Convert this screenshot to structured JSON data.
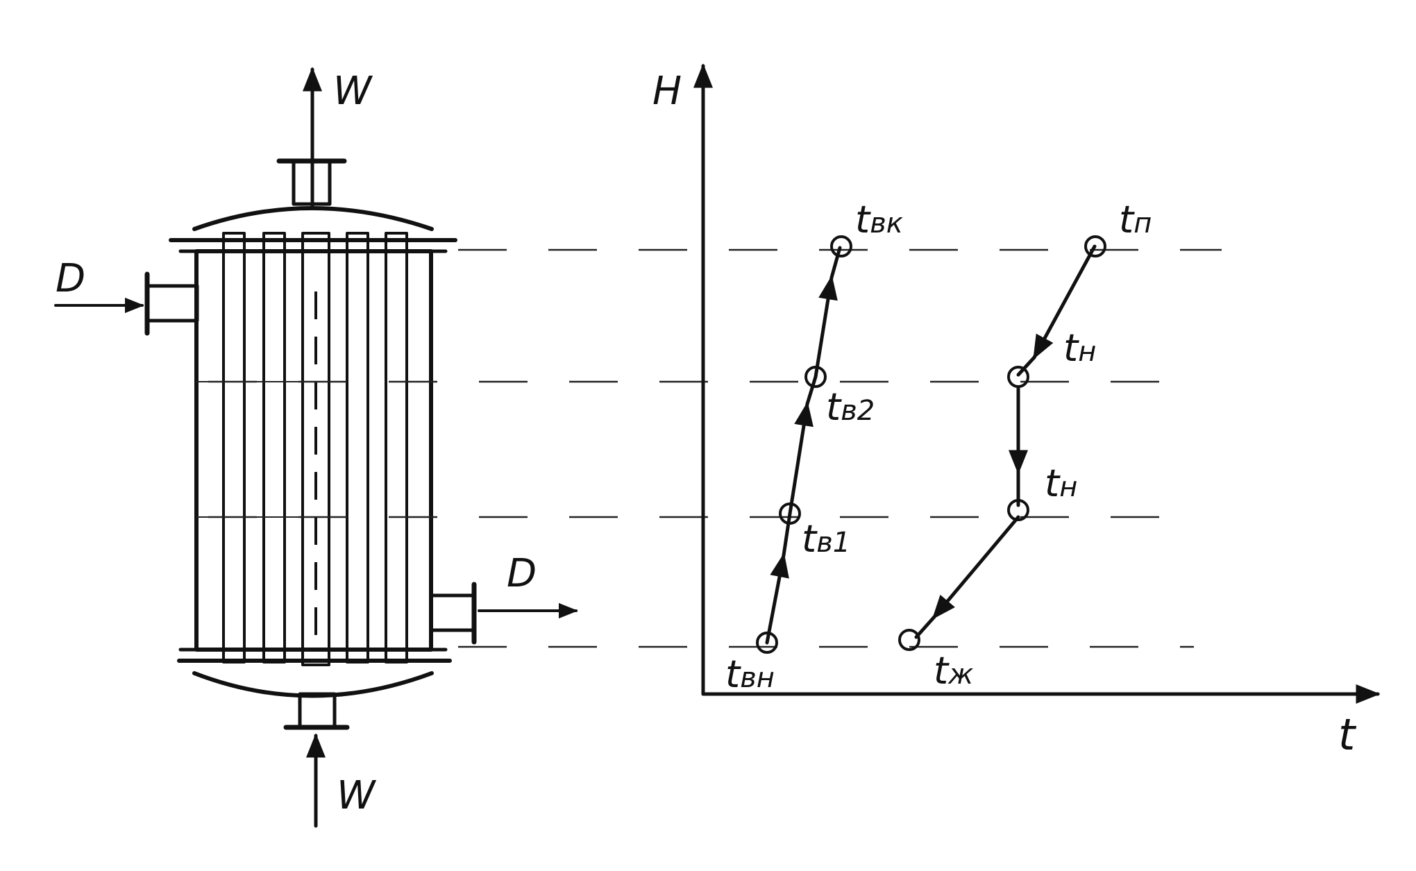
{
  "exchanger": {
    "flow_top": "W",
    "flow_bottom": "W",
    "steam_in": "D",
    "condensate_out": "D"
  },
  "graph": {
    "y_axis_label": "H",
    "x_axis_label": "t",
    "points": [
      {
        "label": "t",
        "sub": "вн"
      },
      {
        "label": "t",
        "sub": "в1"
      },
      {
        "label": "t",
        "sub": "в2"
      },
      {
        "label": "t",
        "sub": "вк"
      },
      {
        "label": "t",
        "sub": "п"
      },
      {
        "label": "t",
        "sub": "н"
      },
      {
        "label": "t",
        "sub": "н"
      },
      {
        "label": "t",
        "sub": "ж"
      }
    ]
  }
}
